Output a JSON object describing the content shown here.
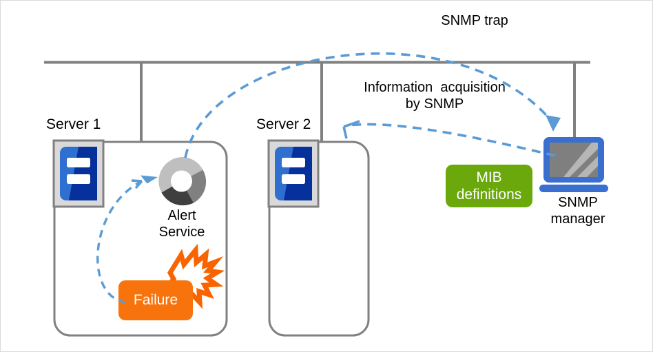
{
  "diagram": {
    "title": "SNMP trap and information acquisition diagram",
    "network": {
      "bus_label": "network-bus"
    },
    "servers": [
      {
        "id": "server-1",
        "label": "Server 1",
        "icon": "server-icon",
        "components": [
          {
            "id": "alert-service",
            "label": "Alert\nService",
            "icon": "alert-service-donut-icon"
          },
          {
            "id": "failure",
            "label": "Failure",
            "icon": "failure-burst-icon"
          }
        ]
      },
      {
        "id": "server-2",
        "label": "Server 2",
        "icon": "server-icon",
        "components": []
      }
    ],
    "nodes": [
      {
        "id": "mib-definitions",
        "label": "MIB\ndefinitions",
        "line1": "MIB",
        "line2": "definitions"
      },
      {
        "id": "snmp-manager",
        "label": "SNMP\nmanager",
        "line1": "SNMP",
        "line2": "manager",
        "icon": "laptop-icon"
      }
    ],
    "flows": [
      {
        "id": "snmp-trap",
        "label": "SNMP trap",
        "from": "alert-service",
        "to": "snmp-manager"
      },
      {
        "id": "information-acquisition",
        "line1": "Information  acquisition",
        "line2": "by SNMP",
        "from": "snmp-manager",
        "to": "server-2"
      },
      {
        "id": "failure-to-alert",
        "label": "",
        "from": "failure",
        "to": "alert-service"
      }
    ],
    "labels": {
      "alert_service_line1": "Alert",
      "alert_service_line2": "Service",
      "failure": "Failure",
      "mib_line1": "MIB",
      "mib_line2": "definitions",
      "manager_line1": "SNMP",
      "manager_line2": "manager",
      "server1": "Server 1",
      "server2": "Server 2",
      "snmp_trap": "SNMP trap",
      "info_line1": "Information  acquisition",
      "info_line2": "by SNMP"
    },
    "colors": {
      "line_gray": "#808080",
      "box_outline": "#808080",
      "arrow_blue": "#5B9BD5",
      "failure_orange": "#F8730B",
      "burst_orange": "#FA6400",
      "mib_green": "#6AA80C",
      "server_blue_light": "#2E6FD0",
      "server_blue_dark": "#06309B",
      "server_tray_gray": "#D9D9D9",
      "donut_light": "#BFBFBF",
      "donut_mid": "#808080",
      "donut_dark": "#3F3F3F",
      "laptop_blue": "#3A6FD0",
      "laptop_screen": "#7F7F7F",
      "text_black": "#000000",
      "text_white": "#FFFFFF",
      "canvas_border": "#D9D9D9"
    }
  }
}
